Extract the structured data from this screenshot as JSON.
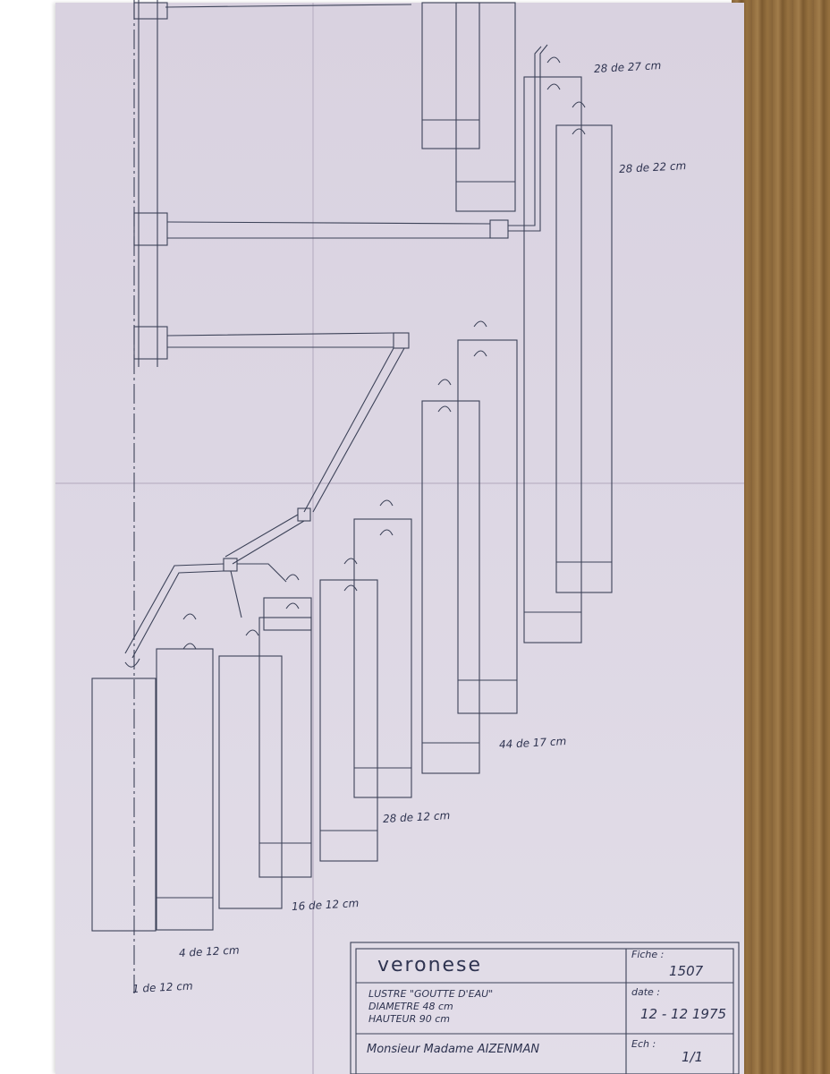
{
  "dimension_labels": {
    "d28x27": "28 de 27 cm",
    "d28x22": "28 de 22 cm",
    "d44x17": "44 de 17 cm",
    "d28x12": "28 de 12 cm",
    "d16x12": "16 de 12 cm",
    "d4x12": "4 de 12 cm",
    "d1x12": "1 de 12 cm"
  },
  "title_block": {
    "name": "veronese",
    "fiche_label": "Fiche :",
    "fiche_value": "1507",
    "description_line1": "LUSTRE  \"GOUTTE D'EAU\"",
    "description_line2": "DIAMETRE 48 cm",
    "description_line3": "HAUTEUR 90 cm",
    "date_label": "date :",
    "date_value": "12 - 12 1975",
    "client": "Monsieur  Madame  AIZENMAN",
    "echelle_label": "Ech :",
    "echelle_value": "1/1"
  },
  "colors": {
    "paper": "#dcd6e3",
    "ink": "#3c4258",
    "wood": "#8e6a3c"
  }
}
